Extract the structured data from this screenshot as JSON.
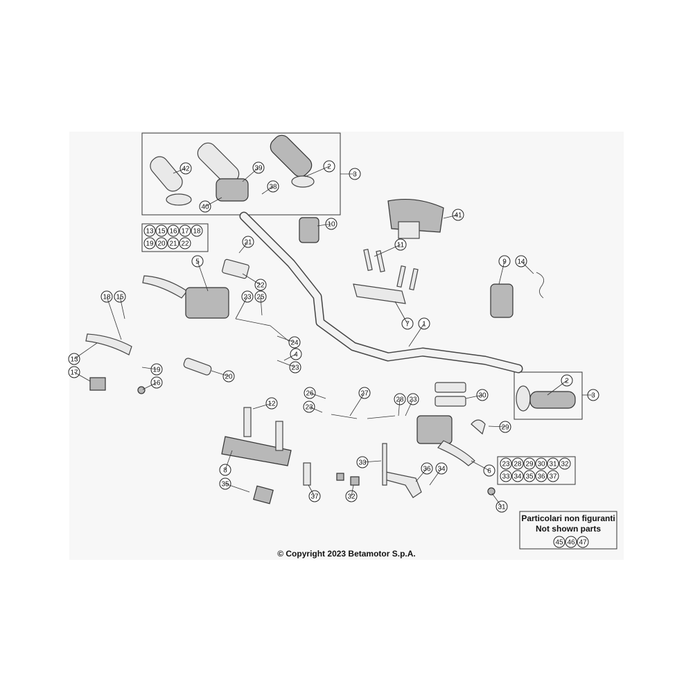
{
  "diagram": {
    "callouts": [
      "1",
      "2",
      "3",
      "4",
      "5",
      "6",
      "7",
      "8",
      "9",
      "10",
      "11",
      "12",
      "13",
      "14",
      "15",
      "16",
      "17",
      "18",
      "19",
      "20",
      "21",
      "22",
      "23",
      "24",
      "25",
      "26",
      "27",
      "28",
      "29",
      "30",
      "31",
      "32",
      "33",
      "34",
      "35",
      "36",
      "37",
      "38",
      "39",
      "40",
      "41",
      "42"
    ],
    "kit_left": [
      "13",
      "15",
      "16",
      "17",
      "18",
      "19",
      "20",
      "21",
      "22"
    ],
    "kit_right": [
      "23",
      "28",
      "29",
      "30",
      "31",
      "32",
      "33",
      "34",
      "35",
      "36",
      "37"
    ],
    "not_shown_box": {
      "line1": "Particolari non figuranti",
      "line2": "Not shown parts",
      "parts": [
        "45",
        "46",
        "47"
      ]
    }
  },
  "footer": {
    "copyright": "© Copyright 2023 Betamotor S.p.A."
  }
}
